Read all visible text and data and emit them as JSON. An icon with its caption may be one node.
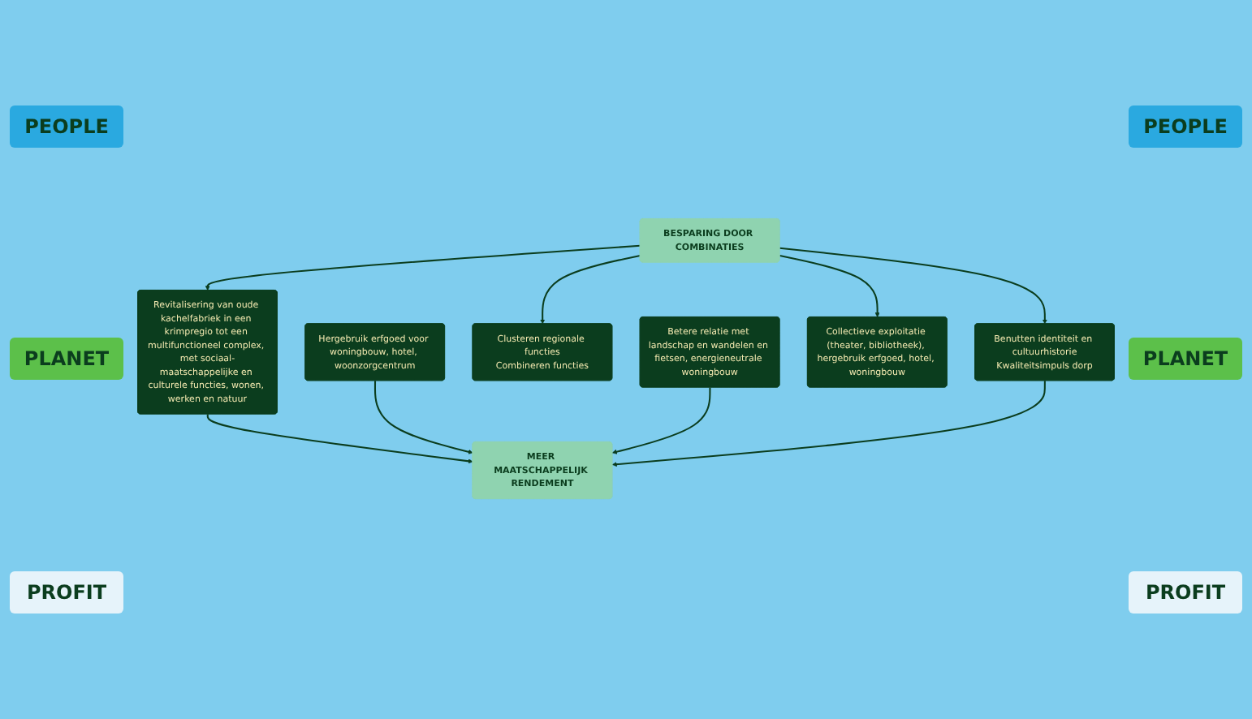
{
  "diagram": {
    "nodes": [
      {
        "text": [
          "MEER MAATSCHAPPELIJK RENDEMENT"
        ]
      },
      {
        "text": [
          "BESPARING DOOR COMBINATIES"
        ]
      },
      {
        "text": [
          "Benutten identiteit en cultuurhistorie",
          "Kwaliteitsimpuls dorp"
        ]
      },
      {
        "text": [
          "Betere relatie met landschap en wandelen en fietsen, energieneutrale woningbouw"
        ]
      },
      {
        "text": [
          "Clusteren regionale functies",
          "Combineren functies"
        ]
      },
      {
        "text": [
          "Hergebruik erfgoed voor woningbouw, hotel, woonzorgcentrum"
        ]
      },
      {
        "text": [
          "Collectieve exploitatie (theater, bibliotheek), hergebruik erfgoed, hotel, woningbouw"
        ]
      },
      {
        "text": [
          "Revitalisering van oude kachelfabriek in een krimpregio tot een multifunctioneel complex, met sociaal-maatschappelijke en culturele functies, wonen, werken en natuur"
        ]
      }
    ],
    "edges": [
      {
        "from": 7,
        "to": 0,
        "arrow": "to"
      },
      {
        "from": 5,
        "to": 0,
        "arrow": "to"
      },
      {
        "from": 3,
        "to": 0,
        "arrow": "to"
      },
      {
        "from": 2,
        "to": 0,
        "arrow": "to"
      },
      {
        "from": 1,
        "to": 2,
        "arrow": "to"
      },
      {
        "from": 1,
        "to": 4,
        "arrow": "to"
      },
      {
        "from": 1,
        "to": 6,
        "arrow": "to"
      },
      {
        "from": 1,
        "to": 7,
        "arrow": "to"
      }
    ],
    "labels": [
      "PEOPLE",
      "PEOPLE",
      "PLANET",
      "PLANET",
      "PROFIT",
      "PROFIT"
    ]
  }
}
